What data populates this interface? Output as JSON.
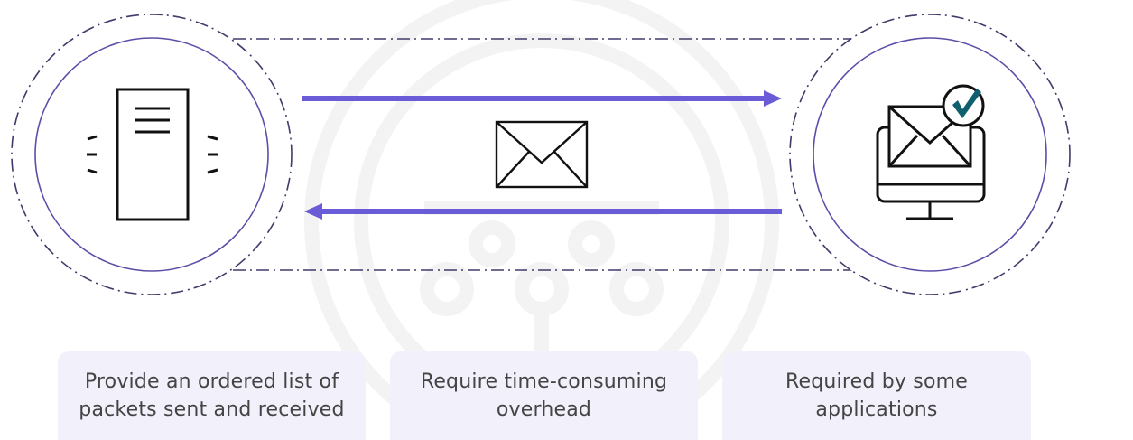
{
  "colors": {
    "arrow": "#6a5cd6",
    "circle": "#5a4fa8",
    "dashed_ring": "#3f3b6b",
    "icon_stroke": "#111111",
    "check_fill": "#0f5f6e",
    "card_bg": "#f2f0fb",
    "card_text": "#444444",
    "watermark": "#f3f3f3"
  },
  "diagram": {
    "left_node_icon": "server-icon",
    "right_node_icon": "computer-with-mail-check-icon",
    "middle_icon": "envelope-icon",
    "arrow_top_direction": "right",
    "arrow_bottom_direction": "left"
  },
  "cards": [
    {
      "text": "Provide an ordered list of\npackets sent and received"
    },
    {
      "text": "Require time-consuming\noverhead"
    },
    {
      "text": "Required by some\napplications"
    }
  ]
}
